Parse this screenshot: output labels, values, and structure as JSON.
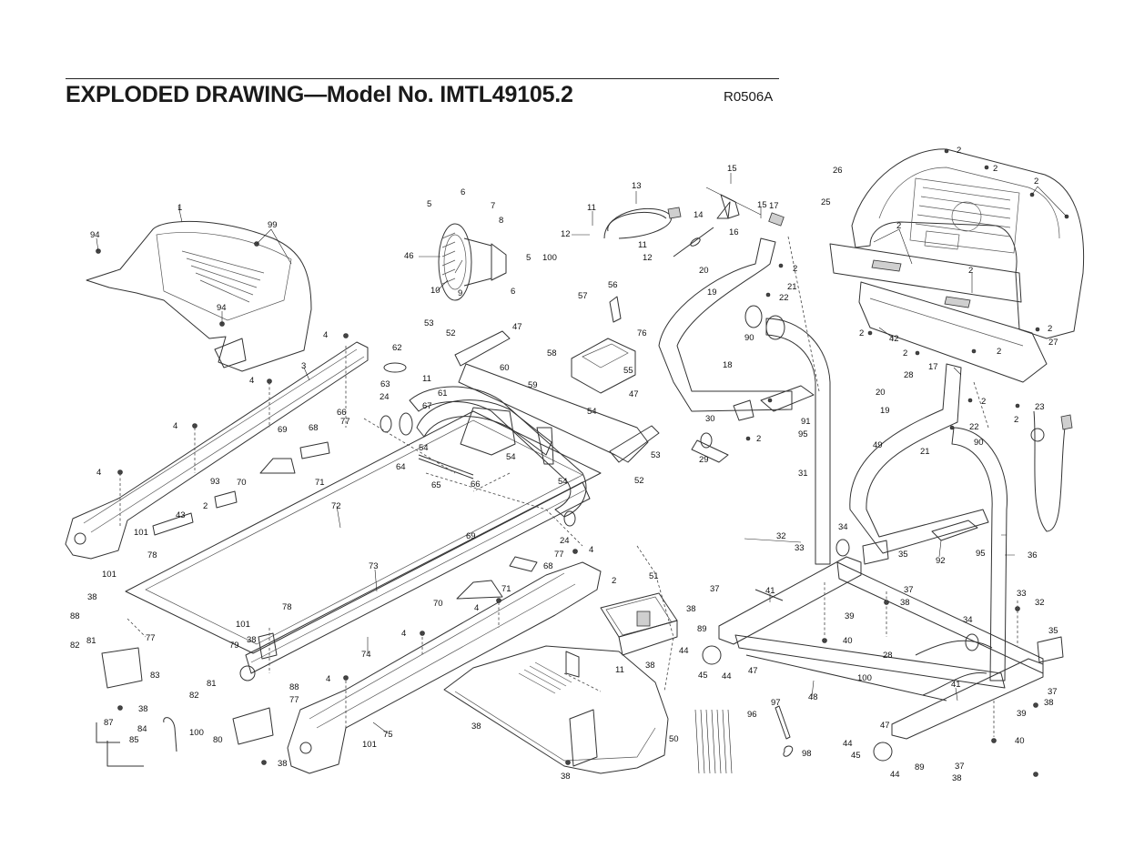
{
  "header": {
    "title": "EXPLODED DRAWING—Model No. IMTL49105.2",
    "revision": "R0506A"
  },
  "part_callouts": [
    "1",
    "2",
    "3",
    "4",
    "5",
    "6",
    "7",
    "8",
    "9",
    "10",
    "11",
    "12",
    "13",
    "14",
    "15",
    "16",
    "17",
    "18",
    "19",
    "20",
    "21",
    "22",
    "23",
    "24",
    "25",
    "26",
    "27",
    "28",
    "29",
    "30",
    "31",
    "32",
    "33",
    "34",
    "35",
    "36",
    "37",
    "38",
    "39",
    "40",
    "41",
    "42",
    "43",
    "44",
    "45",
    "46",
    "47",
    "48",
    "49",
    "50",
    "51",
    "52",
    "53",
    "54",
    "55",
    "56",
    "57",
    "58",
    "59",
    "60",
    "61",
    "62",
    "63",
    "64",
    "65",
    "66",
    "67",
    "68",
    "69",
    "70",
    "71",
    "72",
    "73",
    "74",
    "75",
    "76",
    "77",
    "78",
    "79",
    "80",
    "81",
    "82",
    "83",
    "84",
    "85",
    "87",
    "88",
    "89",
    "90",
    "91",
    "92",
    "93",
    "94",
    "95",
    "96",
    "97",
    "98",
    "99",
    "100",
    "101"
  ]
}
